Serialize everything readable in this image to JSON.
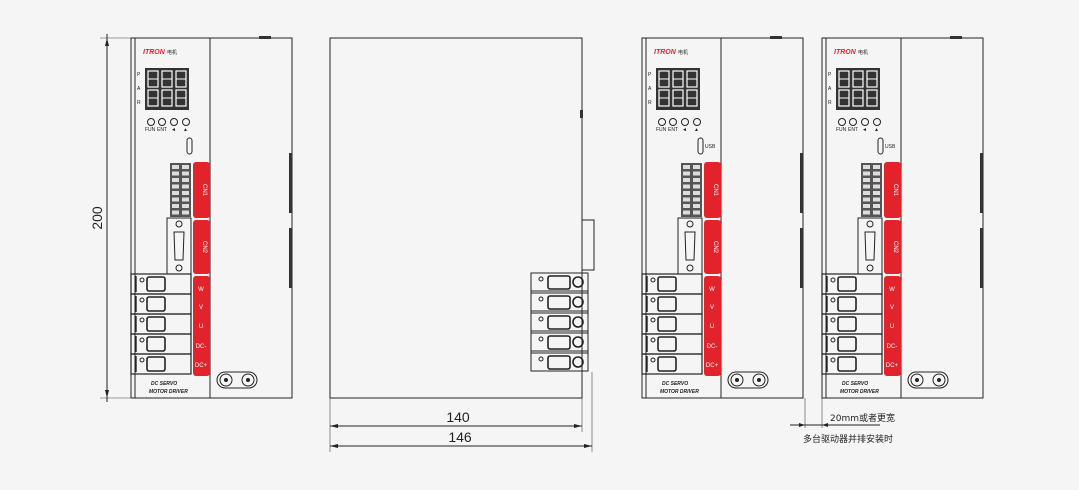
{
  "dimensions": {
    "height": "200",
    "depth": "140",
    "depth_total": "146",
    "spacing_note": "20mm或者更宽",
    "parallel_note": "多台驱动器并排安装时"
  },
  "front": {
    "logo": "ITRON",
    "logo_sub": "电机",
    "led_labels": [
      "P",
      "A",
      "R"
    ],
    "button_labels": [
      "FUN",
      "ENT",
      "◄",
      "▲"
    ],
    "usb": "USB",
    "cn1": "CN1",
    "cn2": "CN2",
    "terminals": [
      "W",
      "V",
      "U",
      "DC-",
      "DC+"
    ],
    "model_line1": "DC SERVO",
    "model_line2": "MOTOR DRIVER"
  },
  "colors": {
    "accent": "#e3232b",
    "line": "#222222",
    "background": "#f5f5f5"
  }
}
